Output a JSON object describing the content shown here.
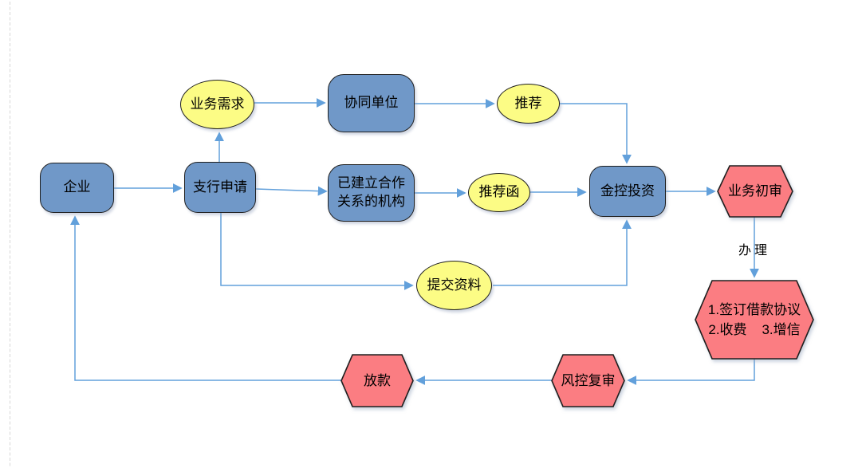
{
  "diagram": {
    "type": "flowchart",
    "colors": {
      "process_fill": "#7098C8",
      "event_fill": "#FCFC85",
      "review_fill": "#FB7D82",
      "connector": "#62A0DB",
      "shape_border": "#1F1F1F",
      "page_guide": "#DCDCDC",
      "background": "#FFFFFF"
    },
    "nodes": {
      "enterprise": {
        "label": "企业",
        "shape": "rounded-rect"
      },
      "branch_application": {
        "label": "支行申请",
        "shape": "rounded-rect"
      },
      "business_demand": {
        "label": "业务需求",
        "shape": "ellipse"
      },
      "cooperating_unit": {
        "label": "协同单位",
        "shape": "rounded-rect"
      },
      "recommendation": {
        "label": "推荐",
        "shape": "ellipse"
      },
      "partner_institution": {
        "line1": "已建立合作",
        "line2": "关系的机构",
        "shape": "rounded-rect"
      },
      "recommendation_letter": {
        "label": "推荐函",
        "shape": "ellipse"
      },
      "submit_materials": {
        "label": "提交资料",
        "shape": "ellipse"
      },
      "jinkong_investment": {
        "label": "金控投资",
        "shape": "rounded-rect"
      },
      "business_initial_review": {
        "label": "业务初审",
        "shape": "hexagon"
      },
      "handle": {
        "label": "办理",
        "shape": "text-label"
      },
      "sign_loan_agreement": {
        "line1": "1.签订借款协议",
        "line2": "2.收费    3.增信",
        "shape": "hexagon"
      },
      "risk_control_review": {
        "label": "风控复审",
        "shape": "hexagon"
      },
      "loan_disbursement": {
        "label": "放款",
        "shape": "hexagon"
      }
    },
    "edges": [
      "企业 → 支行申请",
      "支行申请 → 业务需求",
      "业务需求 → 协同单位",
      "协同单位 → 推荐",
      "推荐 → 金控投资",
      "支行申请 → 已建立合作关系的机构",
      "已建立合作关系的机构 → 推荐函",
      "推荐函 → 金控投资",
      "支行申请 → 提交资料",
      "提交资料 → 金控投资",
      "金控投资 → 业务初审",
      "业务初审 → 办理 → 1.签订借款协议 2.收费 3.增信",
      "1.签订借款协议 2.收费 3.增信 → 风控复审",
      "风控复审 → 放款",
      "放款 → 企业"
    ]
  }
}
